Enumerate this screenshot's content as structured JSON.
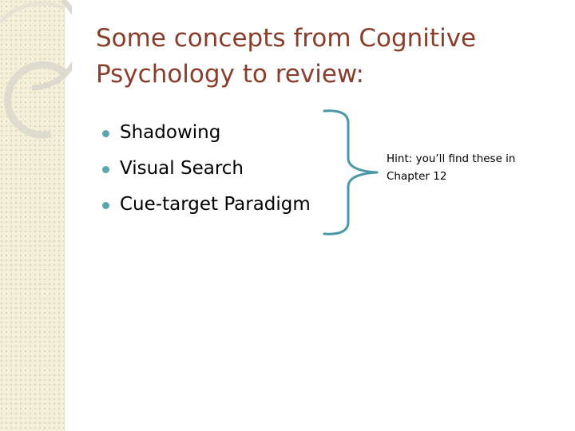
{
  "slide": {
    "title": "Some concepts from Cognitive Psychology to review:",
    "bullets": [
      {
        "label": "Shadowing"
      },
      {
        "label": "Visual Search"
      },
      {
        "label": "Cue-target Paradigm"
      }
    ],
    "hint": "Hint: you’ll find these in Chapter 12"
  },
  "colors": {
    "title": "#8a3d2a",
    "bullet": "#5aa6ad",
    "brace": "#4a97a6",
    "band": "#f3efd9"
  }
}
